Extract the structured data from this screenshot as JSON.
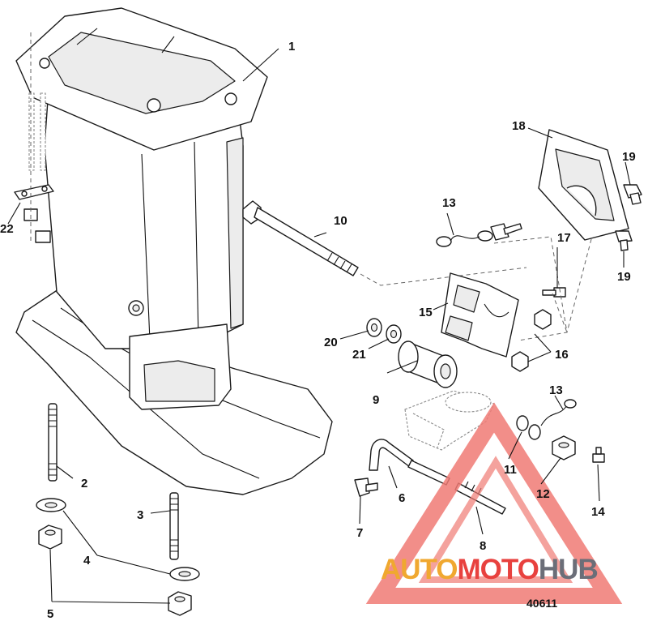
{
  "figure_number": "40611",
  "callouts": [
    "1",
    "2",
    "3",
    "4",
    "5",
    "6",
    "7",
    "8",
    "9",
    "10",
    "11",
    "12",
    "13",
    "13",
    "14",
    "15",
    "16",
    "17",
    "18",
    "19",
    "19",
    "20",
    "21",
    "22"
  ],
  "watermark": {
    "part1": "AUTO",
    "part2": "MOTO",
    "part3": "HUB",
    "colors": {
      "auto": "#f0a830",
      "moto": "#e8413e",
      "hub": "#6b6e78",
      "triangle": "#f07a74"
    }
  }
}
